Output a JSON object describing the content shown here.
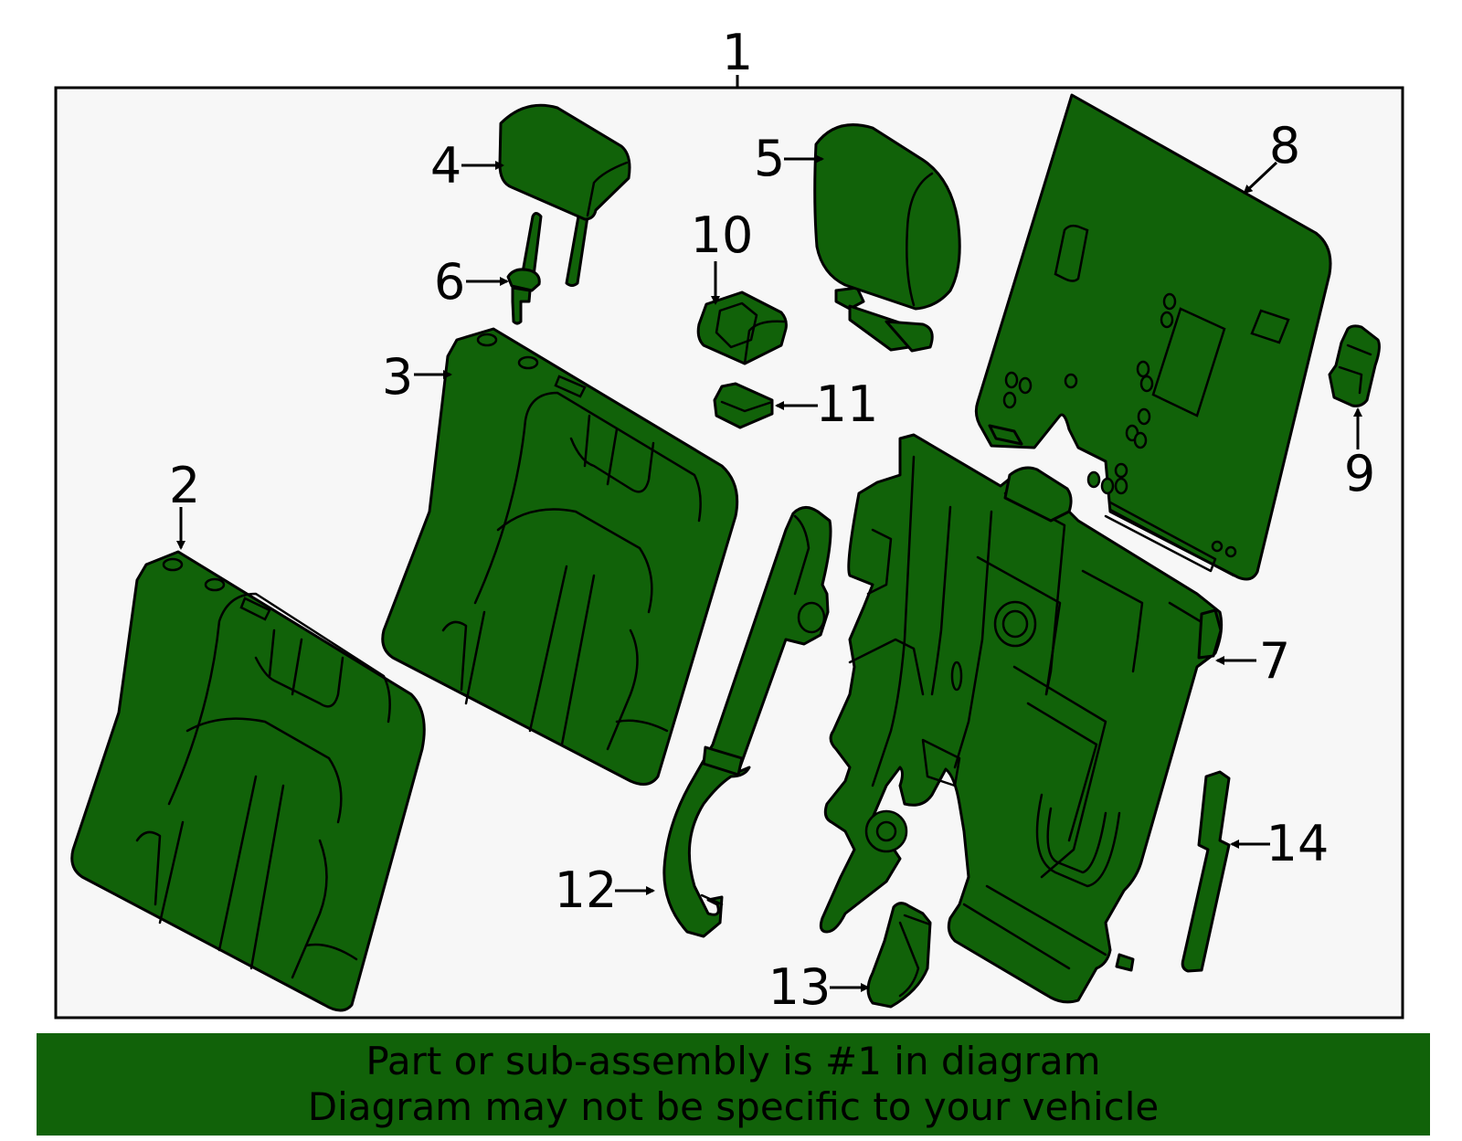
{
  "colors": {
    "part_fill": "#116209",
    "outline": "#000000",
    "panel_background": "#f7f7f7",
    "footer_background": "#116209"
  },
  "callouts": {
    "c1": "1",
    "c2": "2",
    "c3": "3",
    "c4": "4",
    "c5": "5",
    "c6": "6",
    "c7": "7",
    "c8": "8",
    "c9": "9",
    "c10": "10",
    "c11": "11",
    "c12": "12",
    "c13": "13",
    "c14": "14"
  },
  "footer": {
    "line1": "Part or sub-assembly is #1 in diagram",
    "line2": "Diagram may not be specific to your vehicle"
  }
}
